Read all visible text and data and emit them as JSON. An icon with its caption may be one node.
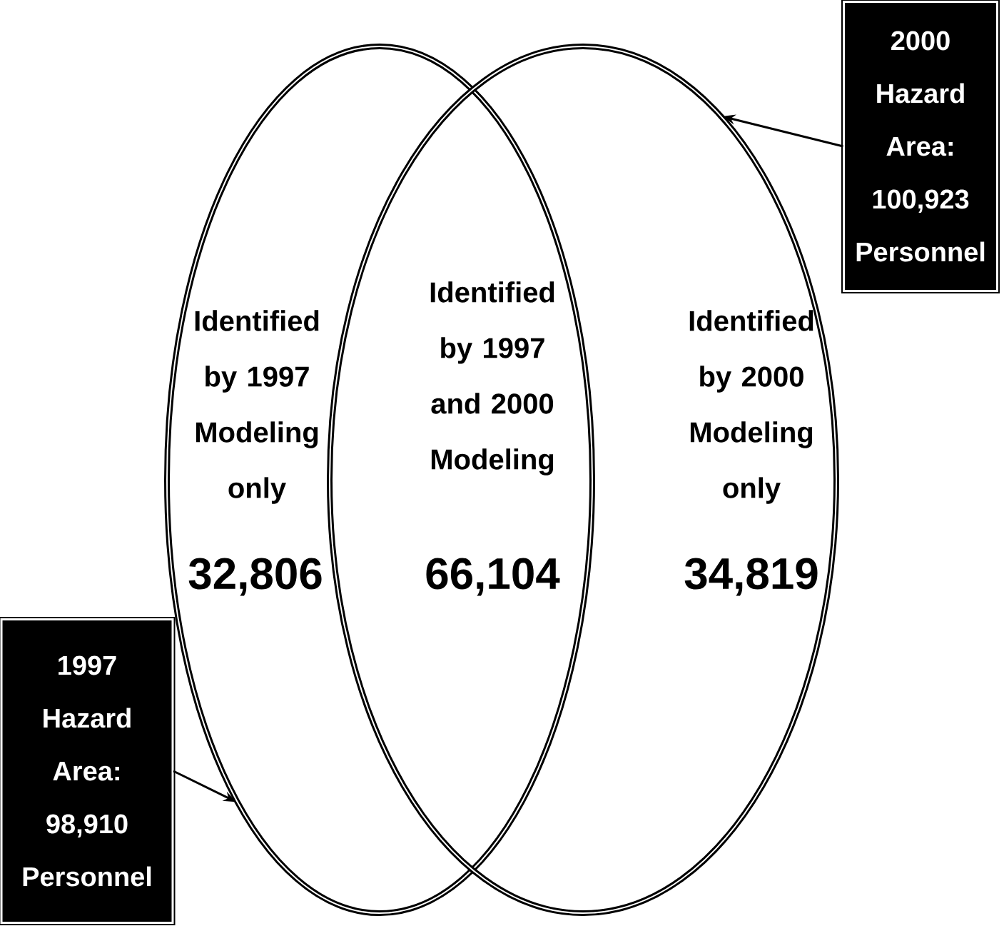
{
  "diagram": {
    "nodes": [
      {
        "text": [],
        "shape": "circle"
      },
      {
        "text": [],
        "shape": "circle"
      },
      {
        "text": [
          "2000 Hazard Area: 100,923 Personnel"
        ]
      },
      {
        "text": [
          "1997 Hazard Area: 98,910 Personnel"
        ]
      }
    ],
    "edges": [
      {
        "from": 2,
        "to": 1,
        "arrow": "to"
      },
      {
        "from": 3,
        "to": 0,
        "arrow": "to"
      }
    ],
    "labels": [
      "Identified by 1997 Modeling only",
      "Identified by 1997 and 2000 Modeling",
      "Identified by 2000 Modeling only",
      "32,806",
      "66,104",
      "34,819"
    ]
  }
}
